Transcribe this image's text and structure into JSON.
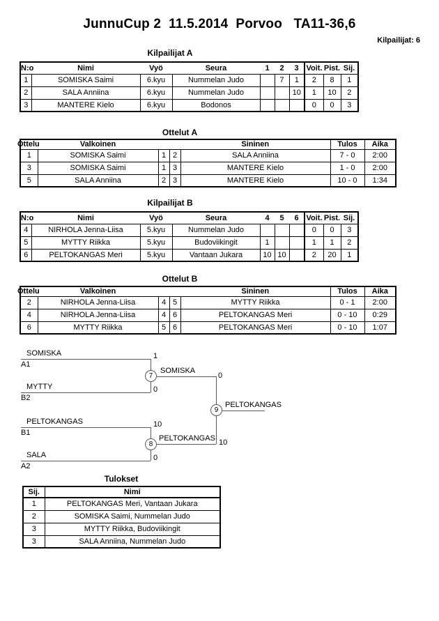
{
  "page": {
    "title": "JunnuCup 2  11.5.2014  Porvoo   TA11-36,6",
    "participants_label": "Kilpailijat: 6"
  },
  "colors": {
    "background": "#ffffff",
    "text": "#000000",
    "table_border": "#000000",
    "bracket_line": "#595959"
  },
  "kilpailijat_a": {
    "title": "Kilpailijat A",
    "headers": {
      "no": "N:o",
      "nimi": "Nimi",
      "vyo": "Vyö",
      "seura": "Seura",
      "c1": "1",
      "c2": "2",
      "c3": "3",
      "voit": "Voit.",
      "pist": "Pist.",
      "sij": "Sij."
    },
    "rows": [
      {
        "no": "1",
        "nimi": "SOMISKA Saimi",
        "vyo": "6.kyu",
        "seura": "Nummelan Judo",
        "c1": "",
        "c2": "7",
        "c3": "1",
        "voit": "2",
        "pist": "8",
        "sij": "1"
      },
      {
        "no": "2",
        "nimi": "SALA Anniina",
        "vyo": "6.kyu",
        "seura": "Nummelan Judo",
        "c1": "",
        "c2": "",
        "c3": "10",
        "voit": "1",
        "pist": "10",
        "sij": "2"
      },
      {
        "no": "3",
        "nimi": "MANTERE Kielo",
        "vyo": "6.kyu",
        "seura": "Bodonos",
        "c1": "",
        "c2": "",
        "c3": "",
        "voit": "0",
        "pist": "0",
        "sij": "3"
      }
    ]
  },
  "ottelut_a": {
    "title": "Ottelut A",
    "headers": {
      "ottelu": "Ottelu",
      "valkoinen": "Valkoinen",
      "sininen": "Sininen",
      "tulos": "Tulos",
      "aika": "Aika"
    },
    "rows": [
      {
        "ottelu": "1",
        "valkoinen": "SOMISKA Saimi",
        "wno": "1",
        "bno": "2",
        "sininen": "SALA Anniina",
        "tulos": "7 - 0",
        "aika": "2:00"
      },
      {
        "ottelu": "3",
        "valkoinen": "SOMISKA Saimi",
        "wno": "1",
        "bno": "3",
        "sininen": "MANTERE Kielo",
        "tulos": "1 - 0",
        "aika": "2:00"
      },
      {
        "ottelu": "5",
        "valkoinen": "SALA Anniina",
        "wno": "2",
        "bno": "3",
        "sininen": "MANTERE Kielo",
        "tulos": "10 - 0",
        "aika": "1:34"
      }
    ]
  },
  "kilpailijat_b": {
    "title": "Kilpailijat B",
    "headers": {
      "no": "N:o",
      "nimi": "Nimi",
      "vyo": "Vyö",
      "seura": "Seura",
      "c1": "4",
      "c2": "5",
      "c3": "6",
      "voit": "Voit.",
      "pist": "Pist.",
      "sij": "Sij."
    },
    "rows": [
      {
        "no": "4",
        "nimi": "NIRHOLA Jenna-Liisa",
        "vyo": "5.kyu",
        "seura": "Nummelan Judo",
        "c1": "",
        "c2": "",
        "c3": "",
        "voit": "0",
        "pist": "0",
        "sij": "3"
      },
      {
        "no": "5",
        "nimi": "MYTTY Riikka",
        "vyo": "5.kyu",
        "seura": "Budoviikingit",
        "c1": "1",
        "c2": "",
        "c3": "",
        "voit": "1",
        "pist": "1",
        "sij": "2"
      },
      {
        "no": "6",
        "nimi": "PELTOKANGAS Meri",
        "vyo": "5.kyu",
        "seura": "Vantaan Jukara",
        "c1": "10",
        "c2": "10",
        "c3": "",
        "voit": "2",
        "pist": "20",
        "sij": "1"
      }
    ]
  },
  "ottelut_b": {
    "title": "Ottelut B",
    "headers": {
      "ottelu": "Ottelu",
      "valkoinen": "Valkoinen",
      "sininen": "Sininen",
      "tulos": "Tulos",
      "aika": "Aika"
    },
    "rows": [
      {
        "ottelu": "2",
        "valkoinen": "NIRHOLA Jenna-Liisa",
        "wno": "4",
        "bno": "5",
        "sininen": "MYTTY Riikka",
        "tulos": "0 - 1",
        "aika": "2:00"
      },
      {
        "ottelu": "4",
        "valkoinen": "NIRHOLA Jenna-Liisa",
        "wno": "4",
        "bno": "6",
        "sininen": "PELTOKANGAS Meri",
        "tulos": "0 - 10",
        "aika": "0:29"
      },
      {
        "ottelu": "6",
        "valkoinen": "MYTTY Riikka",
        "wno": "5",
        "bno": "6",
        "sininen": "PELTOKANGAS Meri",
        "tulos": "0 - 10",
        "aika": "1:07"
      }
    ]
  },
  "bracket": {
    "semi1": {
      "top_name": "SOMISKA",
      "top_seed": "A1",
      "top_score": "1",
      "bottom_name": "MYTTY",
      "bottom_seed": "B2",
      "bottom_score": "0",
      "match_no": "7",
      "winner_name": "SOMISKA",
      "winner_score": "0"
    },
    "semi2": {
      "top_name": "PELTOKANGAS",
      "top_seed": "B1",
      "top_score": "10",
      "bottom_name": "SALA",
      "bottom_seed": "A2",
      "bottom_score": "0",
      "match_no": "8",
      "winner_name": "PELTOKANGAS",
      "winner_score": "10"
    },
    "final": {
      "match_no": "9",
      "winner_name": "PELTOKANGAS"
    }
  },
  "tulokset": {
    "title": "Tulokset",
    "headers": {
      "sij": "Sij.",
      "nimi": "Nimi"
    },
    "rows": [
      {
        "sij": "1",
        "nimi": "PELTOKANGAS Meri, Vantaan Jukara"
      },
      {
        "sij": "2",
        "nimi": "SOMISKA Saimi, Nummelan Judo"
      },
      {
        "sij": "3",
        "nimi": "MYTTY Riikka, Budoviikingit"
      },
      {
        "sij": "3",
        "nimi": "SALA Anniina, Nummelan Judo"
      }
    ]
  }
}
